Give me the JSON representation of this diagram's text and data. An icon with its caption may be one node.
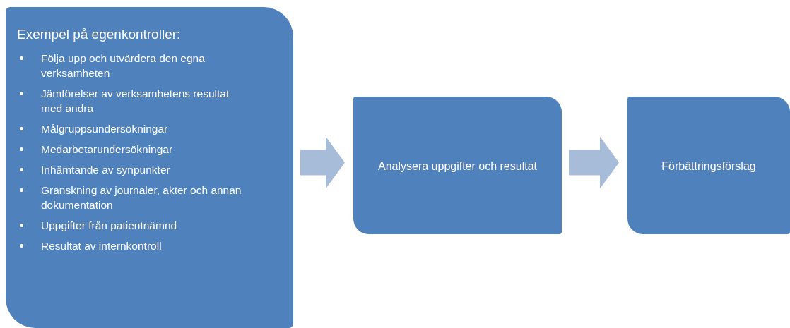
{
  "diagram": {
    "nodes": [
      {
        "text": [
          "Exempel på egenkontroller:",
          "Följa upp och utvärdera den egna verksamheten",
          "Jämförelser av verksamhetens resultat med andra",
          "Målgruppsundersökningar",
          "Medarbetarundersökningar",
          "Inhämtande av synpunkter",
          "Granskning av journaler, akter och annan dokumentation",
          "Uppgifter från patientnämnd",
          "Resultat av internkontroll"
        ]
      },
      {
        "text": [
          "Analysera uppgifter och resultat"
        ]
      },
      {
        "text": [
          "Förbättringsförslag"
        ]
      }
    ],
    "edges": [
      {
        "from": 0,
        "to": 1,
        "arrow": "to",
        "style": "thick"
      },
      {
        "from": 1,
        "to": 2,
        "arrow": "to",
        "style": "thick"
      }
    ]
  }
}
